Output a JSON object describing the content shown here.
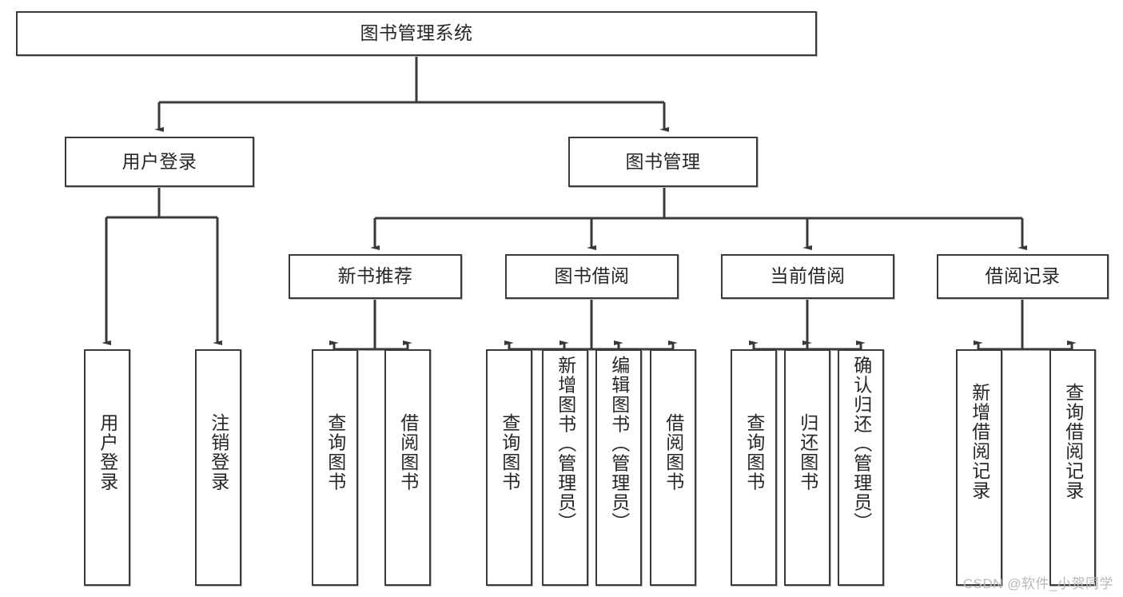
{
  "diagram": {
    "title": "图书管理系统",
    "watermark": "CSDN @软件_小贺同学",
    "line_color": "#3a3a3a",
    "box_border_color": "#3a3a3a",
    "box_fill_color": "#ffffff",
    "text_color": "#262626",
    "root": {
      "label": "图书管理系统"
    },
    "level2": [
      {
        "label": "用户登录"
      },
      {
        "label": "图书管理"
      }
    ],
    "level3": [
      {
        "label": "新书推荐"
      },
      {
        "label": "图书借阅"
      },
      {
        "label": "当前借阅"
      },
      {
        "label": "借阅记录"
      }
    ],
    "leaves": {
      "user_login": [
        {
          "label": "用户登录"
        },
        {
          "label": "注销登录"
        }
      ],
      "new_book_recommend": [
        {
          "label": "查询图书"
        },
        {
          "label": "借阅图书"
        }
      ],
      "book_borrow": [
        {
          "label": "查询图书"
        },
        {
          "label": "新增图书（管理员）"
        },
        {
          "label": "编辑图书（管理员）"
        },
        {
          "label": "借阅图书"
        }
      ],
      "current_borrow": [
        {
          "label": "查询图书"
        },
        {
          "label": "归还图书"
        },
        {
          "label": "确认归还（管理员）"
        }
      ],
      "borrow_record": [
        {
          "label": "新增借阅记录"
        },
        {
          "label": "查询借阅记录"
        }
      ]
    }
  }
}
